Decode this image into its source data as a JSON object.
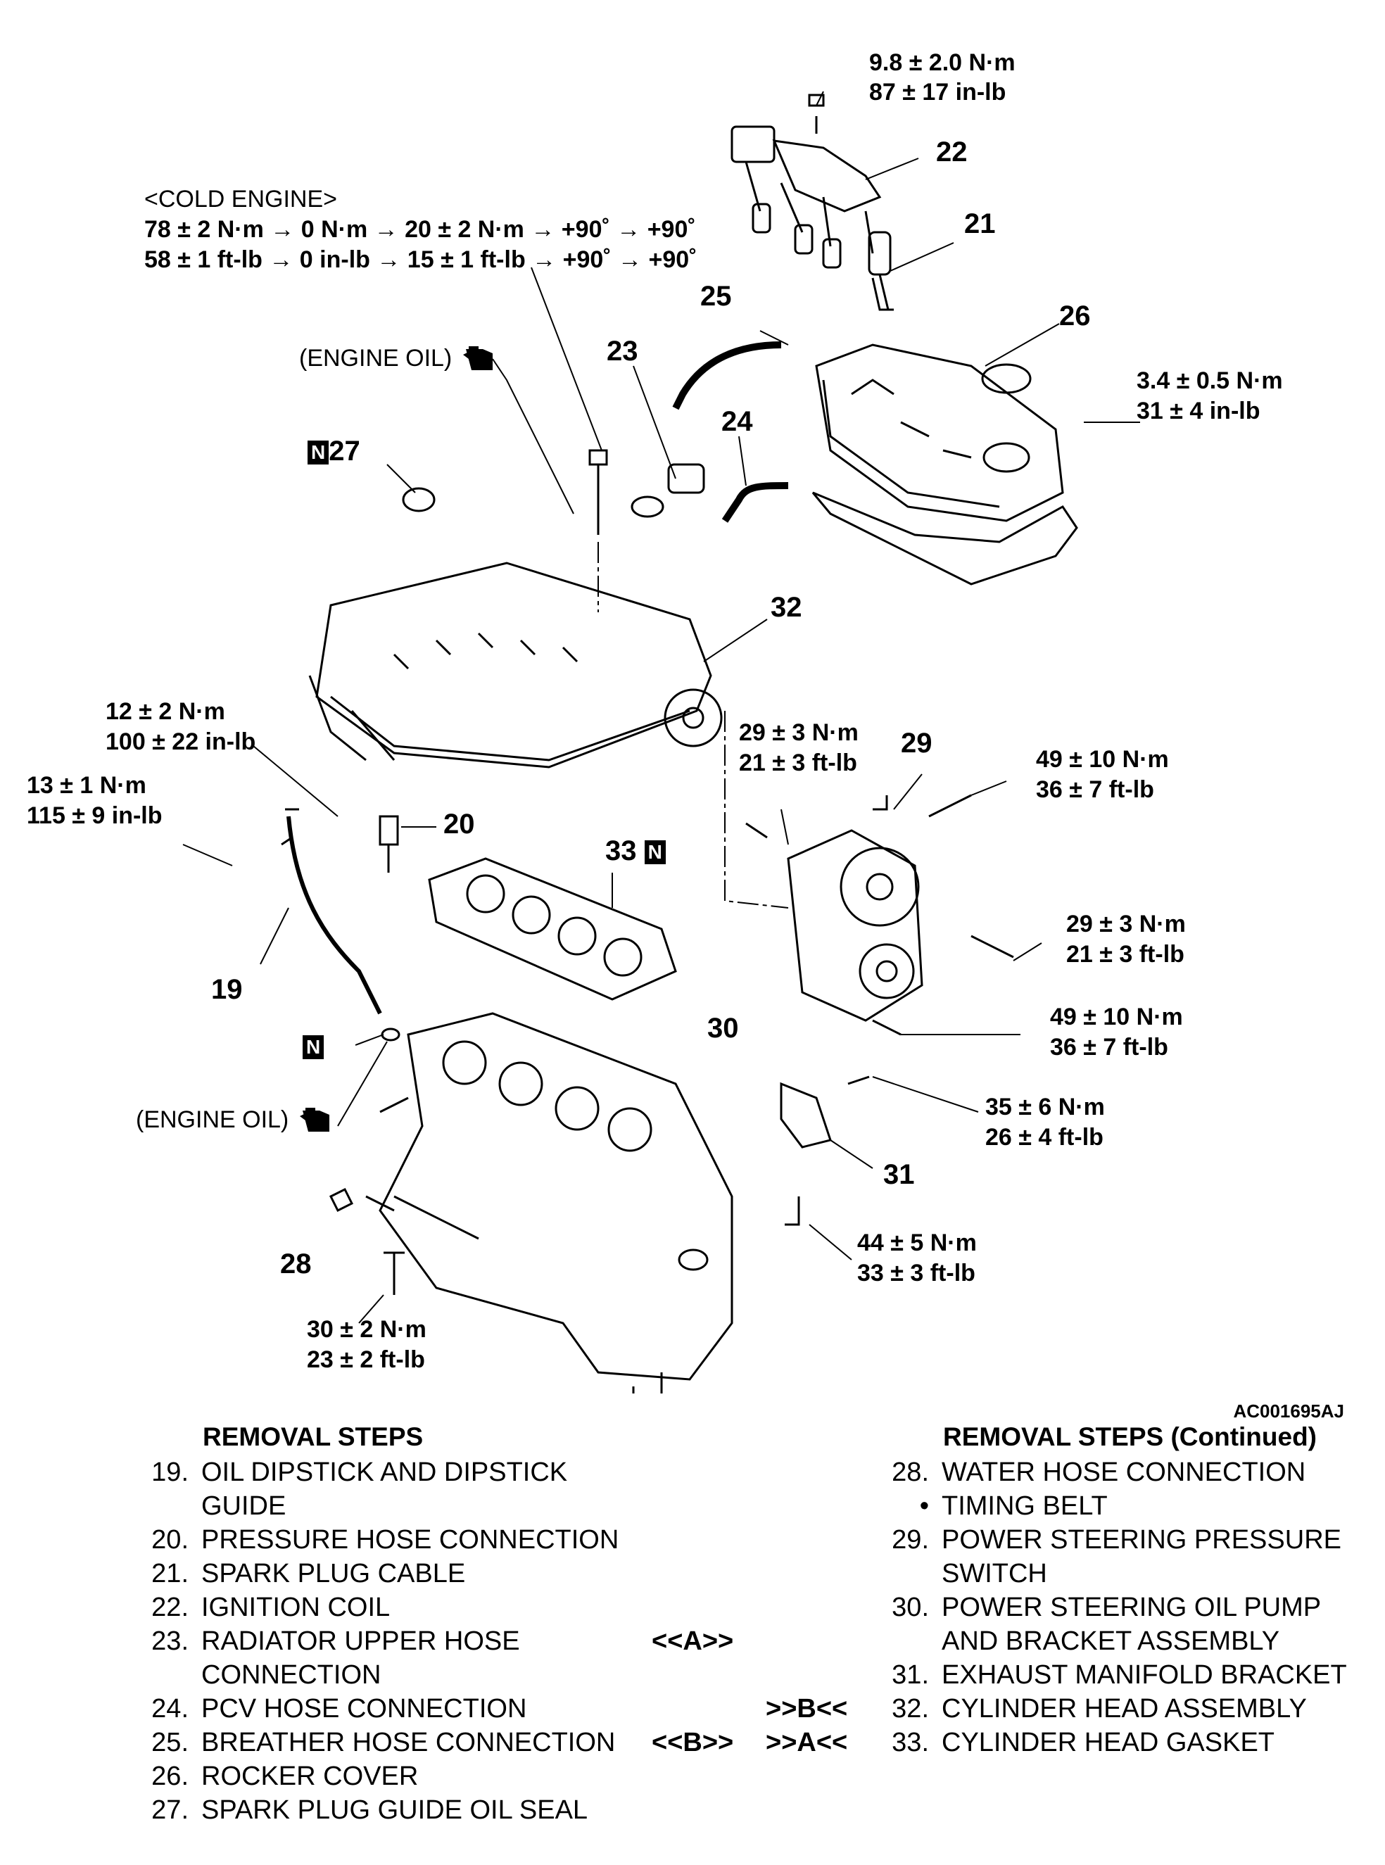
{
  "callouts": {
    "n19": "19",
    "n20": "20",
    "n21": "21",
    "n22": "22",
    "n23": "23",
    "n24": "24",
    "n25": "25",
    "n26": "26",
    "n27": "27",
    "n28": "28",
    "n29": "29",
    "n30": "30",
    "n31": "31",
    "n32": "32",
    "n33": "33"
  },
  "new_part_mark": "N",
  "torques": {
    "coil_nm": "9.8 ± 2.0 N·m",
    "coil_inlb": "87 ± 17 in-lb",
    "cold_engine": "<COLD ENGINE>",
    "head_nm": "78 ± 2 N·m → 0 N·m → 20 ± 2 N·m → +90˚ → +90˚",
    "head_ftlb": "58 ± 1 ft-lb → 0 in-lb → 15 ± 1 ft-lb → +90˚ → +90˚",
    "cover_nm": "3.4 ± 0.5 N·m",
    "cover_inlb": "31 ± 4 in-lb",
    "pressure_nm": "12 ± 2 N·m",
    "pressure_inlb": "100 ± 22 in-lb",
    "dipstick_nm": "13 ± 1 N·m",
    "dipstick_inlb": "115 ± 9 in-lb",
    "pump_top_nm": "29 ± 3 N·m",
    "pump_top_ftlb": "21 ± 3 ft-lb",
    "pump_bolt_nm": "49 ± 10 N·m",
    "pump_bolt_ftlb": "36 ± 7 ft-lb",
    "pump_right_nm": "29 ± 3 N·m",
    "pump_right_ftlb": "21 ± 3 ft-lb",
    "pump_low_nm": "49 ± 10 N·m",
    "pump_low_ftlb": "36 ± 7 ft-lb",
    "bracket_nm": "35 ± 6 N·m",
    "bracket_ftlb": "26 ± 4 ft-lb",
    "bracket_low_nm": "44 ± 5 N·m",
    "bracket_low_ftlb": "33 ± 3 ft-lb",
    "hose_nm": "30 ± 2 N·m",
    "hose_ftlb": "23 ± 2 ft-lb"
  },
  "engine_oil_label": "(ENGINE OIL)",
  "figure_code": "AC001695AJ",
  "steps_left": {
    "heading": "REMOVAL STEPS",
    "items": [
      {
        "num": "19.",
        "text": "OIL DIPSTICK AND DIPSTICK",
        "m1": "",
        "m2": ""
      },
      {
        "num": "",
        "text": "GUIDE",
        "m1": "",
        "m2": ""
      },
      {
        "num": "20.",
        "text": "PRESSURE HOSE CONNECTION",
        "m1": "",
        "m2": ""
      },
      {
        "num": "21.",
        "text": "SPARK PLUG CABLE",
        "m1": "",
        "m2": ""
      },
      {
        "num": "22.",
        "text": " IGNITION COIL",
        "m1": "",
        "m2": ""
      },
      {
        "num": "23.",
        "text": "RADIATOR UPPER HOSE",
        "m1": "<<A>>",
        "m2": ""
      },
      {
        "num": "",
        "text": "CONNECTION",
        "m1": "",
        "m2": ""
      },
      {
        "num": "24.",
        "text": "PCV HOSE CONNECTION",
        "m1": "",
        "m2": ">>B<<"
      },
      {
        "num": "25.",
        "text": "BREATHER HOSE CONNECTION",
        "m1": "<<B>>",
        "m2": ">>A<<"
      },
      {
        "num": "26.",
        "text": "ROCKER COVER",
        "m1": "",
        "m2": ""
      },
      {
        "num": "27.",
        "text": "SPARK PLUG GUIDE OIL SEAL",
        "m1": "",
        "m2": ""
      }
    ]
  },
  "steps_right": {
    "heading": "REMOVAL STEPS (Continued)",
    "items": [
      {
        "num": "28.",
        "text": "WATER HOSE CONNECTION"
      },
      {
        "num": "•",
        "text": "TIMING BELT"
      },
      {
        "num": "29.",
        "text": "POWER STEERING PRESSURE"
      },
      {
        "num": "",
        "text": "SWITCH"
      },
      {
        "num": "30.",
        "text": "POWER STEERING OIL PUMP"
      },
      {
        "num": "",
        "text": "AND BRACKET ASSEMBLY"
      },
      {
        "num": "31.",
        "text": "EXHAUST MANIFOLD BRACKET"
      },
      {
        "num": "32.",
        "text": "CYLINDER HEAD ASSEMBLY"
      },
      {
        "num": "33.",
        "text": "CYLINDER HEAD GASKET"
      }
    ]
  }
}
